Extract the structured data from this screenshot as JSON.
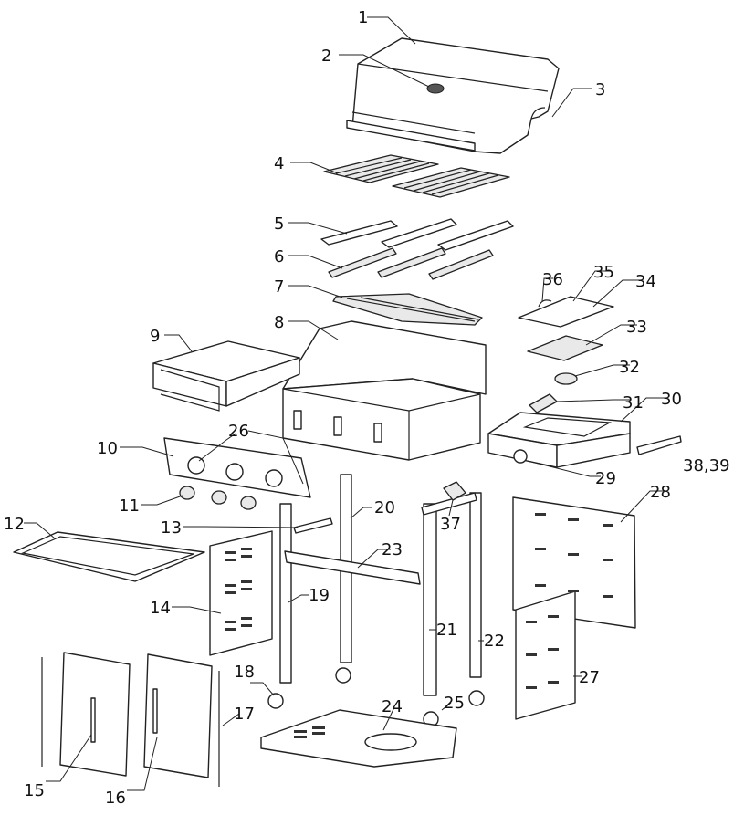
{
  "diagram": {
    "callouts": [
      {
        "id": "c1",
        "text": "1"
      },
      {
        "id": "c2",
        "text": "2"
      },
      {
        "id": "c3",
        "text": "3"
      },
      {
        "id": "c4",
        "text": "4"
      },
      {
        "id": "c5",
        "text": "5"
      },
      {
        "id": "c6",
        "text": "6"
      },
      {
        "id": "c7",
        "text": "7"
      },
      {
        "id": "c8",
        "text": "8"
      },
      {
        "id": "c9",
        "text": "9"
      },
      {
        "id": "c10",
        "text": "10"
      },
      {
        "id": "c11",
        "text": "11"
      },
      {
        "id": "c12",
        "text": "12"
      },
      {
        "id": "c13",
        "text": "13"
      },
      {
        "id": "c14",
        "text": "14"
      },
      {
        "id": "c15",
        "text": "15"
      },
      {
        "id": "c16",
        "text": "16"
      },
      {
        "id": "c17",
        "text": "17"
      },
      {
        "id": "c18",
        "text": "18"
      },
      {
        "id": "c19",
        "text": "19"
      },
      {
        "id": "c20",
        "text": "20"
      },
      {
        "id": "c21",
        "text": "21"
      },
      {
        "id": "c22",
        "text": "22"
      },
      {
        "id": "c23",
        "text": "23"
      },
      {
        "id": "c24",
        "text": "24"
      },
      {
        "id": "c25",
        "text": "25"
      },
      {
        "id": "c26",
        "text": "26"
      },
      {
        "id": "c27",
        "text": "27"
      },
      {
        "id": "c28",
        "text": "28"
      },
      {
        "id": "c29",
        "text": "29"
      },
      {
        "id": "c30",
        "text": "30"
      },
      {
        "id": "c31",
        "text": "31"
      },
      {
        "id": "c32",
        "text": "32"
      },
      {
        "id": "c33",
        "text": "33"
      },
      {
        "id": "c34",
        "text": "34"
      },
      {
        "id": "c35",
        "text": "35"
      },
      {
        "id": "c36",
        "text": "36"
      },
      {
        "id": "c37",
        "text": "37"
      },
      {
        "id": "c3839",
        "text": "38,39"
      }
    ]
  }
}
